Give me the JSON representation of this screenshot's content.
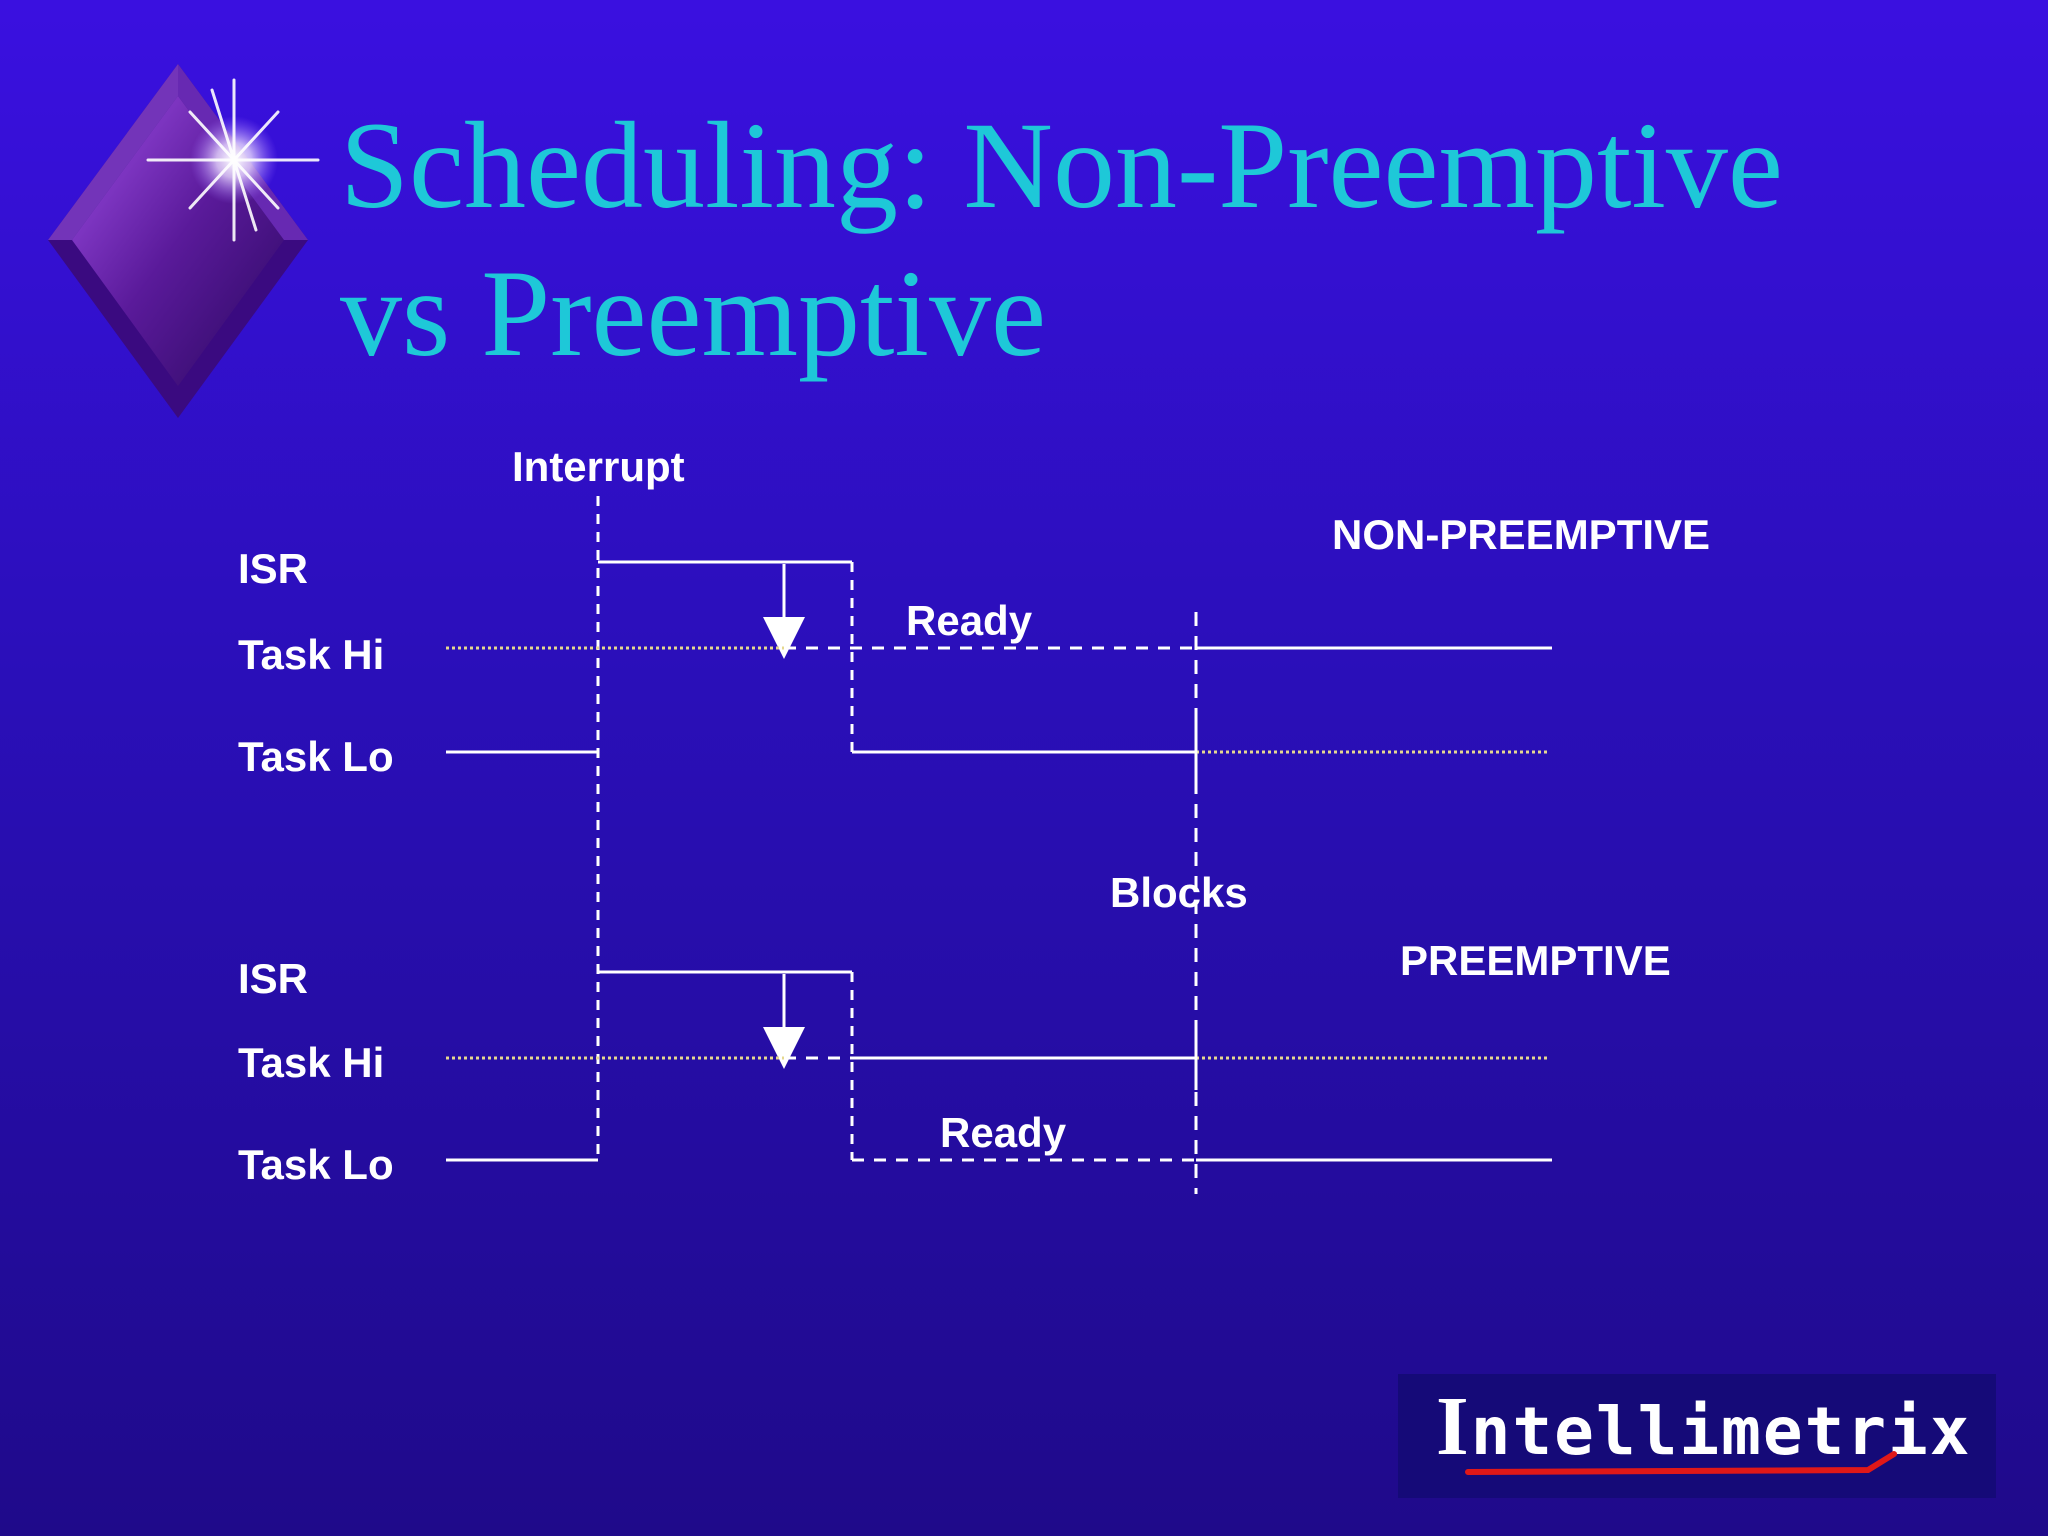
{
  "slide": {
    "title_line1": "Scheduling: Non-Preemptive",
    "title_line2": "vs Preemptive"
  },
  "diagram": {
    "interrupt_label": "Interrupt",
    "blocks_label": "Blocks",
    "non_preemptive": {
      "heading": "NON-PREEMPTIVE",
      "isr_label": "ISR",
      "task_hi_label": "Task Hi",
      "task_lo_label": "Task Lo",
      "ready_label": "Ready"
    },
    "preemptive": {
      "heading": "PREEMPTIVE",
      "isr_label": "ISR",
      "task_hi_label": "Task Hi",
      "task_lo_label": "Task Lo",
      "ready_label": "Ready"
    }
  },
  "logo": {
    "first_letter": "I",
    "rest": "ntellimetrix"
  },
  "colors": {
    "title": "#1ec8d8",
    "line": "#ffffff",
    "dotted_idle": "#e6d890",
    "logo_underline": "#e01818"
  }
}
